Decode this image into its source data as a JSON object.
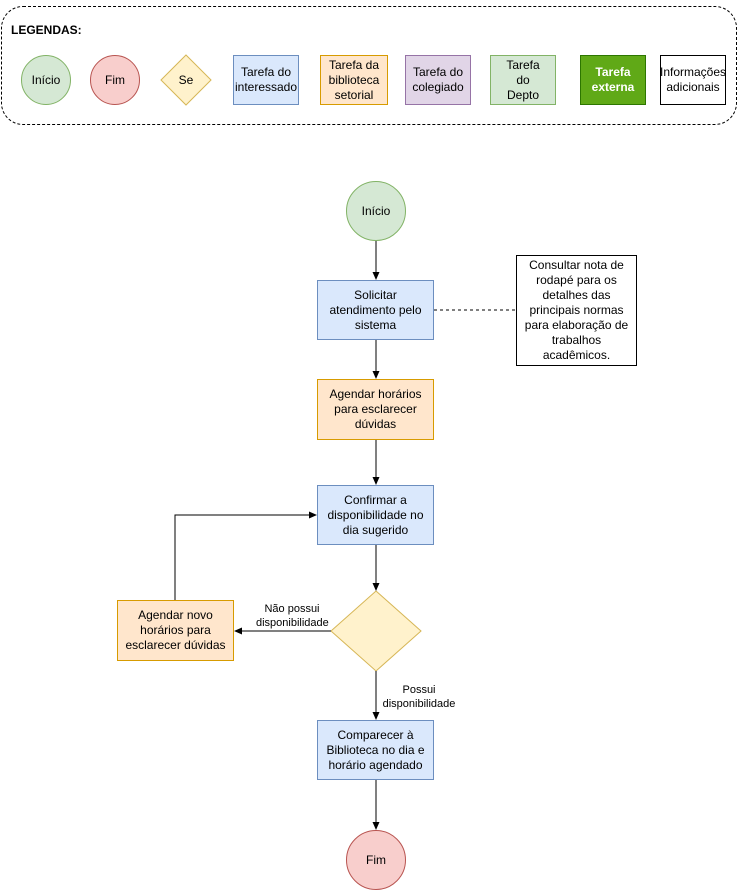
{
  "legend": {
    "title": "LEGENDAS:",
    "inicio": "Início",
    "fim": "Fim",
    "se": "Se",
    "tarefa_interessado": "Tarefa do interessado",
    "tarefa_biblioteca": "Tarefa da biblioteca setorial",
    "tarefa_colegiado": "Tarefa do colegiado",
    "tarefa_depto": "Tarefa do Depto",
    "tarefa_externa": "Tarefa externa",
    "informacoes": "Informações adicionais"
  },
  "flow": {
    "start": "Início",
    "solicitar": "Solicitar atendimento pelo sistema",
    "note": "Consultar nota de rodapé para os detalhes das principais normas para elaboração de trabalhos acadêmicos.",
    "agendar": "Agendar horários para esclarecer dúvidas",
    "confirmar": "Confirmar a disponibilidade no dia sugerido",
    "agendar_novo": "Agendar novo horários para esclarecer dúvidas",
    "label_nao": "Não possui disponibilidade",
    "label_sim": "Possui disponibilidade",
    "comparecer": "Comparecer à Biblioteca no dia e horário agendado",
    "end": "Fim"
  },
  "colors": {
    "start_fill": "#d5e8d4",
    "start_stroke": "#82b366",
    "end_fill": "#f8cecc",
    "end_stroke": "#b85450",
    "decision_fill": "#fff2cc",
    "decision_stroke": "#d6b656",
    "interessado_fill": "#dae8fc",
    "interessado_stroke": "#6c8ebf",
    "biblioteca_fill": "#ffe6cc",
    "biblioteca_stroke": "#d79b00",
    "colegiado_fill": "#e1d5e7",
    "colegiado_stroke": "#9673a6",
    "depto_fill": "#d5e8d4",
    "depto_stroke": "#82b366",
    "externa_fill": "#60a917",
    "externa_stroke": "#2d7600"
  }
}
